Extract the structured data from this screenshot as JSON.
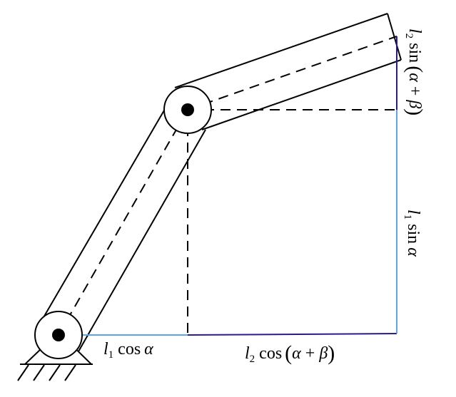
{
  "colors": {
    "outline": "#000000",
    "light_blue": "#5aa6e6",
    "dark_blue": "#2a1a8c"
  },
  "labels": {
    "l1cos": {
      "l": "l",
      "sub": "1",
      "fn": " cos",
      "arg": "α"
    },
    "l2cos": {
      "l": "l",
      "sub": "2",
      "fn": " cos",
      "lp": "(",
      "arg": "α",
      "op": " + ",
      "arg2": "β",
      "rp": ")"
    },
    "l1sin": {
      "l": "l",
      "sub": "1",
      "fn": " sin",
      "arg": "α"
    },
    "l2sin": {
      "l": "l",
      "sub": "2",
      "fn": " sin",
      "lp": "(",
      "arg": "α",
      "op": " + ",
      "arg2": "β",
      "rp": ")"
    }
  }
}
